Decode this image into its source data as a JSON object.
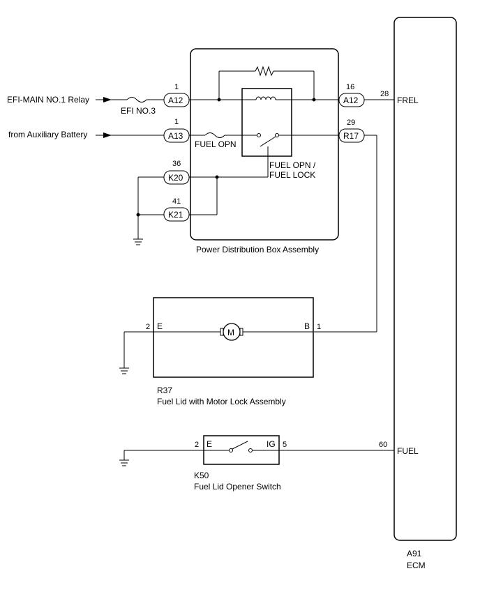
{
  "inputs": {
    "efi_main_relay": "EFI-MAIN NO.1 Relay",
    "aux_battery": "from Auxiliary Battery"
  },
  "fuses": {
    "efi_no3": "EFI NO.3",
    "fuel_opn": "FUEL OPN"
  },
  "pdb": {
    "name": "Power Distribution Box Assembly",
    "relay_label_1": "FUEL OPN /",
    "relay_label_2": "FUEL LOCK",
    "connectors": [
      {
        "id": "A12",
        "pin": "1"
      },
      {
        "id": "A13",
        "pin": "1"
      },
      {
        "id": "K20",
        "pin": "36"
      },
      {
        "id": "K21",
        "pin": "41"
      },
      {
        "id": "A12",
        "pin": "16"
      },
      {
        "id": "R17",
        "pin": "29"
      }
    ]
  },
  "ecm": {
    "code": "A91",
    "name": "ECM",
    "frel_pin": "28",
    "frel_label": "FREL",
    "fuel_pin": "60",
    "fuel_label": "FUEL"
  },
  "fuel_lid_motor": {
    "code": "R37",
    "name": "Fuel Lid with Motor Lock Assembly",
    "pin_e_num": "2",
    "pin_e_label": "E",
    "pin_b_label": "B",
    "pin_b_num": "1",
    "motor_symbol": "M"
  },
  "opener_switch": {
    "code": "K50",
    "name": "Fuel Lid Opener Switch",
    "pin_e_num": "2",
    "pin_e_label": "E",
    "pin_ig_label": "IG",
    "pin_ig_num": "5"
  }
}
